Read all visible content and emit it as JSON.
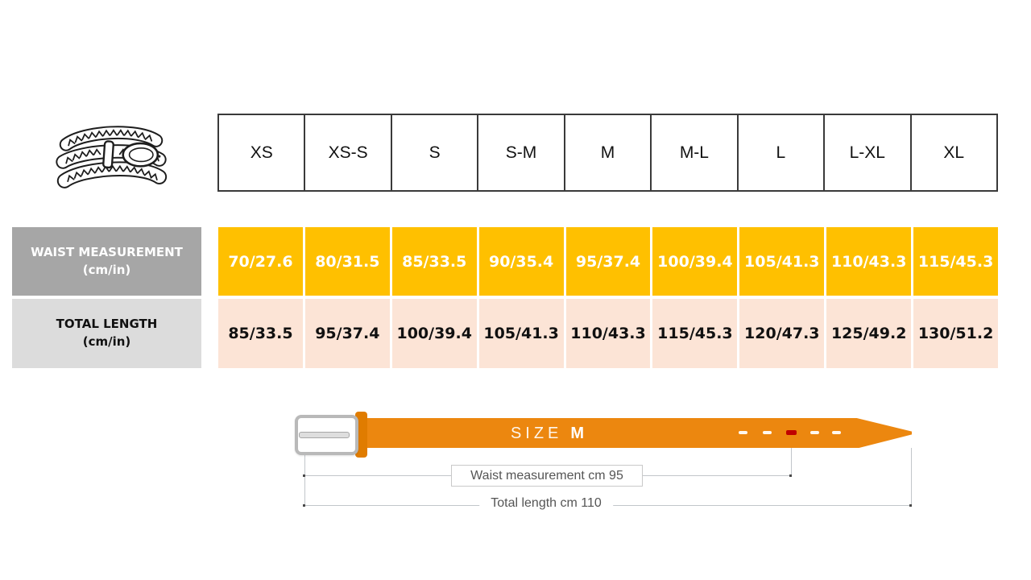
{
  "table": {
    "header": [
      "XS",
      "XS-S",
      "S",
      "S-M",
      "M",
      "M-L",
      "L",
      "L-XL",
      "XL"
    ],
    "rows": [
      {
        "label": "WAIST MEASUREMENT",
        "unit": "(cm/in)",
        "values": [
          "70/27.6",
          "80/31.5",
          "85/33.5",
          "90/35.4",
          "95/37.4",
          "100/39.4",
          "105/41.3",
          "110/43.3",
          "115/45.3"
        ]
      },
      {
        "label": "TOTAL LENGTH",
        "unit": "(cm/in)",
        "values": [
          "85/33.5",
          "95/37.4",
          "100/39.4",
          "105/41.3",
          "110/43.3",
          "115/45.3",
          "120/47.3",
          "125/49.2",
          "130/51.2"
        ]
      }
    ]
  },
  "diagram": {
    "size_label": "SIZE",
    "size_value": "M",
    "waist_annotation": "Waist measurement cm 95",
    "length_annotation": "Total length cm 110"
  },
  "colors": {
    "waist_row_bg": "#ffc000",
    "length_row_bg": "#fce4d6",
    "waist_label_bg": "#a6a6a6",
    "length_label_bg": "#dcdcdc",
    "belt_strap": "#ec870f",
    "belt_keeper": "#e07c00",
    "marked_hole_red": "#c00000"
  }
}
